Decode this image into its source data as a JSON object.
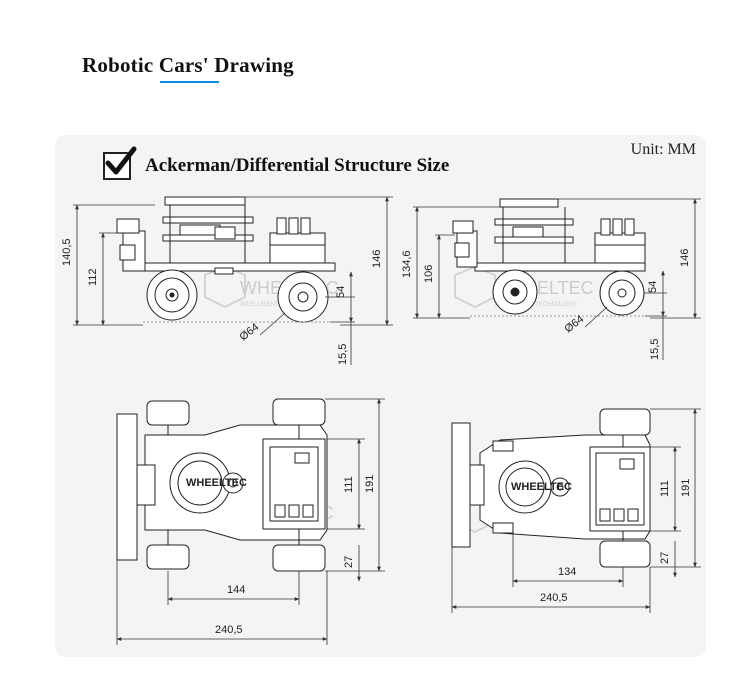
{
  "page": {
    "title": "Robotic Cars' Drawing",
    "accent_color": "#0a8fe0"
  },
  "card": {
    "unit_label": "Unit: MM",
    "heading": "Ackerman/Differential Structure Size",
    "check_icon": "check-icon"
  },
  "watermark": {
    "brand": "WHEELTEC",
    "tagline": "INTELLIGENT TECHNOLOGY"
  },
  "side_view_ackerman": {
    "overall_height": "140,5",
    "body_height": "112",
    "right_height": "146",
    "wheel_center_height": "54",
    "ground_clearance": "15,5",
    "wheel_diameter": "Ø64"
  },
  "side_view_differential": {
    "overall_height": "134,6",
    "body_height": "106",
    "right_height": "146",
    "wheel_center_height": "54",
    "ground_clearance": "15,5",
    "wheel_diameter": "Ø64"
  },
  "top_view_ackerman": {
    "inner_width": "111",
    "overall_width": "191",
    "wheel_width": "27",
    "wheelbase": "144",
    "overall_length": "240,5",
    "lidar_label": "WHEELTEC"
  },
  "top_view_differential": {
    "inner_width": "111",
    "overall_width": "191",
    "wheel_width": "27",
    "wheelbase": "134",
    "overall_length": "240,5",
    "lidar_label": "WHEELTEC"
  }
}
